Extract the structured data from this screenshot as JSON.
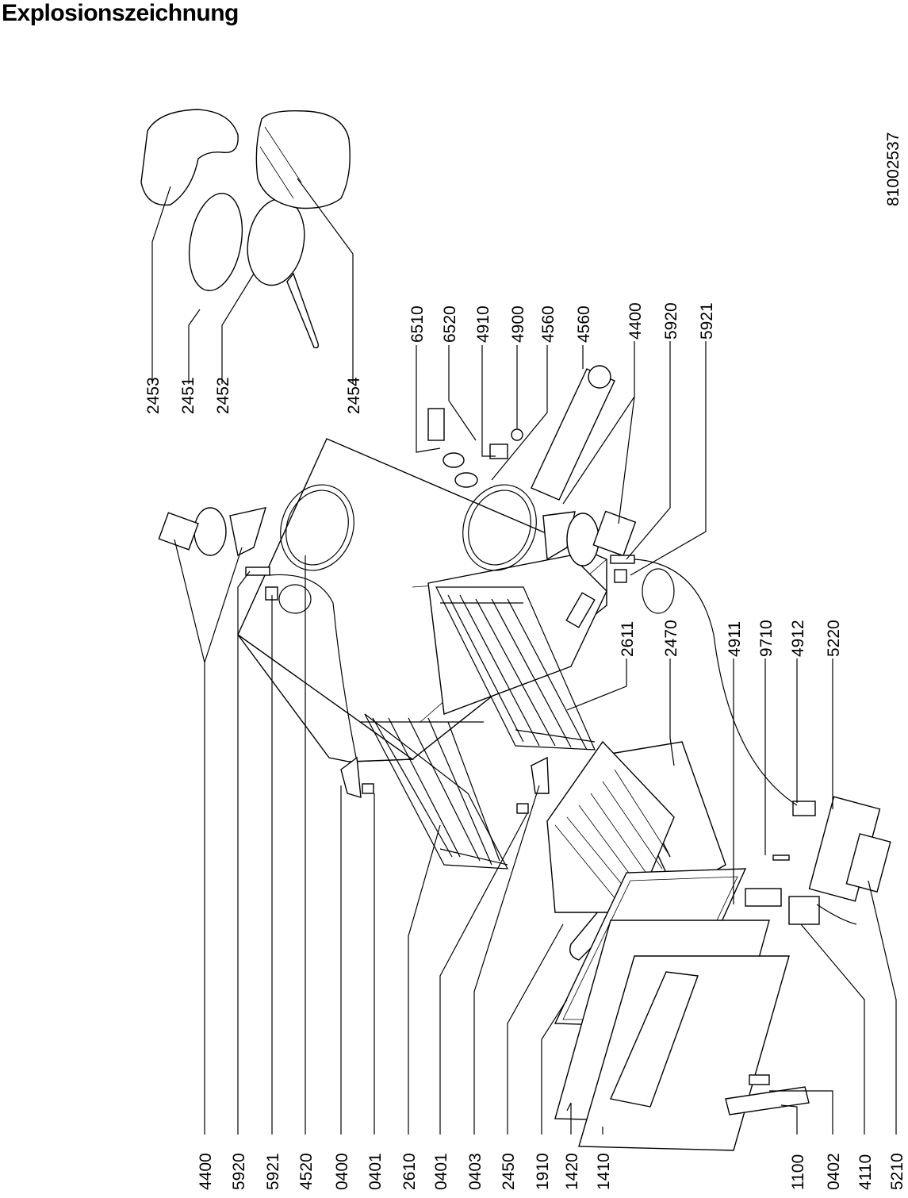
{
  "title": "Explosionszeichnung",
  "document_number": "81002537",
  "labels": {
    "l2453": "2453",
    "l2451": "2451",
    "l2452": "2452",
    "l2454": "2454",
    "l6510": "6510",
    "l6520": "6520",
    "l4910": "4910",
    "l4900": "4900",
    "l4560a": "4560",
    "l4560b": "4560",
    "l4400r": "4400",
    "l5920r": "5920",
    "l5921r": "5921",
    "l2611": "2611",
    "l2470": "2470",
    "l4911": "4911",
    "l9710": "9710",
    "l4912": "4912",
    "l5220": "5220",
    "b4400": "4400",
    "b5920": "5920",
    "b5921": "5921",
    "b4520": "4520",
    "b0400": "0400",
    "b0401a": "0401",
    "b2610": "2610",
    "b0401b": "0401",
    "b0403": "0403",
    "b2450": "2450",
    "b1910": "1910",
    "b1420": "1420",
    "b1410": "1410",
    "b1100": "1100",
    "b0402": "0402",
    "b4110": "4110",
    "b5210": "5210"
  }
}
